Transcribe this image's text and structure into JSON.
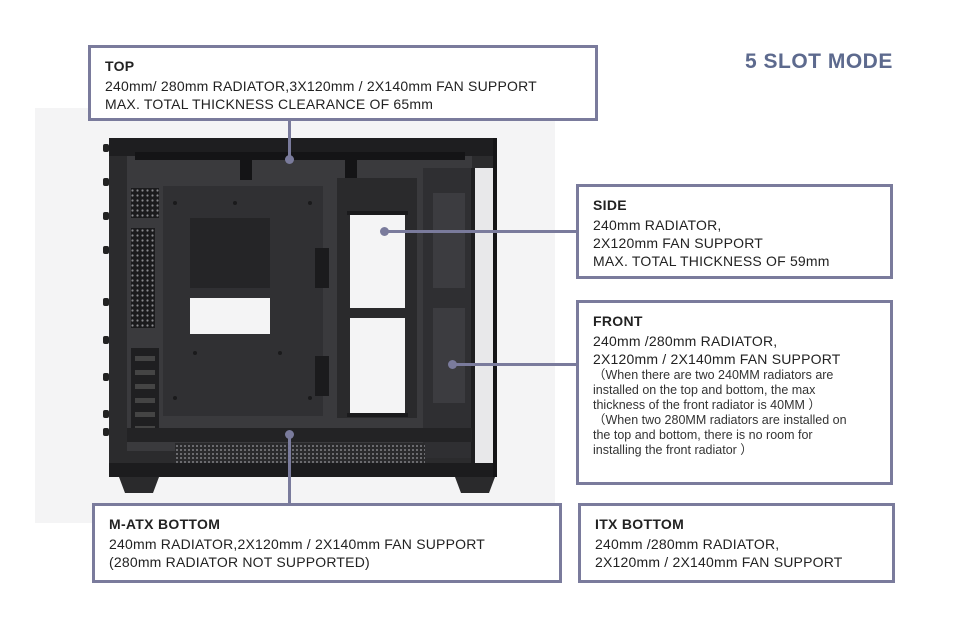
{
  "mode_title": "5 SLOT MODE",
  "callouts": {
    "top": {
      "title": "TOP",
      "lines": [
        "240mm/ 280mm RADIATOR,3X120mm / 2X140mm FAN SUPPORT",
        "MAX. TOTAL THICKNESS CLEARANCE OF 65mm"
      ]
    },
    "side": {
      "title": "SIDE",
      "lines": [
        "240mm RADIATOR,",
        "2X120mm FAN SUPPORT",
        "MAX. TOTAL THICKNESS OF 59mm"
      ]
    },
    "front": {
      "title": "FRONT",
      "lines": [
        "240mm /280mm RADIATOR,",
        "2X120mm / 2X140mm FAN SUPPORT"
      ],
      "notes": [
        "（When there are two 240MM radiators are",
        "installed on the top and bottom, the max",
        "thickness of the front radiator is 40MM ）",
        "（When two 280MM radiators are installed on",
        "the top and bottom, there is no room for",
        "installing the front radiator ）"
      ]
    },
    "matx_bottom": {
      "title": "M-ATX BOTTOM",
      "lines": [
        "240mm RADIATOR,2X120mm / 2X140mm FAN SUPPORT",
        "(280mm RADIATOR NOT SUPPORTED)"
      ]
    },
    "itx_bottom": {
      "title": "ITX BOTTOM",
      "lines": [
        "240mm /280mm RADIATOR,",
        "2X120mm / 2X140mm FAN SUPPORT"
      ]
    }
  },
  "colors": {
    "accent": "#7a7b9c",
    "title": "#5d6a8e",
    "case_body": "#2a2a2c",
    "case_dark": "#141416"
  },
  "image": {
    "icon": "pc-case-image"
  }
}
